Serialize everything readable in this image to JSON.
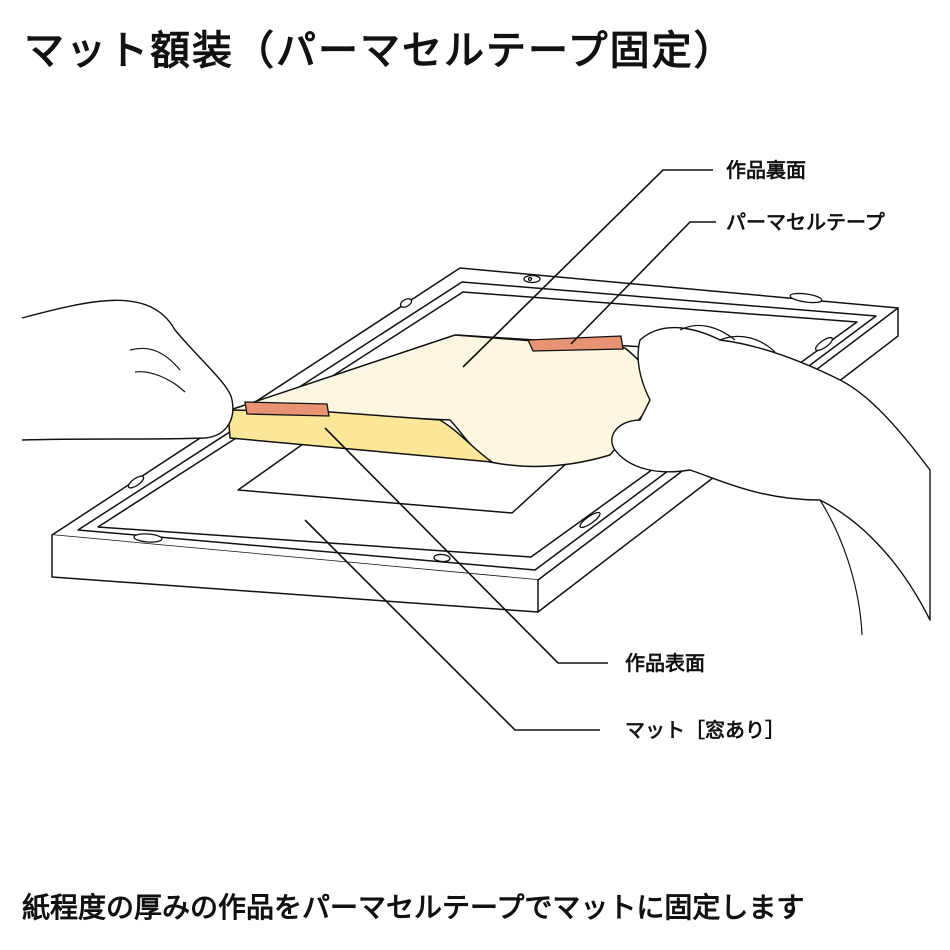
{
  "title": "マット額装（パーマセルテープ固定）",
  "labels": {
    "back_of_work": "作品裏面",
    "permacel_tape": "パーマセルテープ",
    "front_of_work": "作品表面",
    "mat_with_window": "マット［窓あり］"
  },
  "caption": "紙程度の厚みの作品をパーマセルテープでマットに固定します",
  "colors": {
    "artwork_back": "#fcf7e0",
    "artwork_front": "#fbe797",
    "tape": "#e89373",
    "line": "#111111"
  }
}
